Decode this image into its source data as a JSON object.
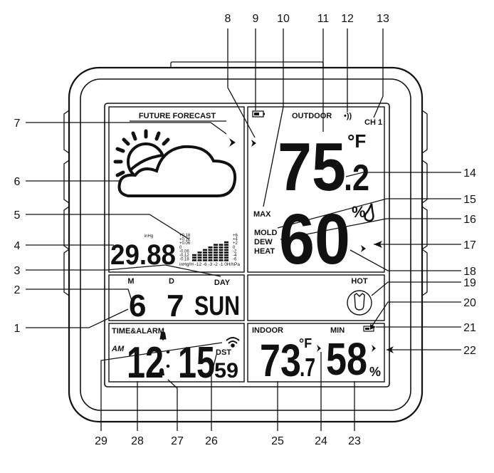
{
  "panels": {
    "forecast_title": "FUTURE FORECAST",
    "outdoor_title": "OUTDOOR",
    "channel": "CH 1",
    "pressure_unit": "inHg",
    "pressure_value": "29.88",
    "pressure_scale_left": [
      "+0.18",
      "+0.12",
      "+0.06",
      "0",
      "-0.06",
      "-0.12",
      "-0.18"
    ],
    "pressure_scale_right": [
      "+6",
      "+4",
      "+2",
      "0",
      "-2",
      "-4",
      "-6"
    ],
    "pressure_axis": "inHg/H  -12  -6  -3  -2  -1  0H/hPa",
    "outdoor_temp_main": "75",
    "outdoor_temp_decimal": ".2",
    "outdoor_temp_unit": "°F",
    "outdoor_humidity": "60",
    "humidity_unit": "%",
    "max_label": "MAX",
    "mold_label": "MOLD",
    "dew_label": "DEW",
    "heat_label": "HEAT",
    "month_label": "M",
    "day_label": "D",
    "weekday_label": "DAY",
    "month_value": "6",
    "day_value": "7",
    "weekday_value": "SUN",
    "hot_label": "HOT",
    "time_title": "TIME&ALARM",
    "am_label": "AM",
    "hours": "12",
    "minutes": "15",
    "seconds": "59",
    "dst_label": "DST",
    "indoor_title": "INDOOR",
    "min_label": "MIN",
    "indoor_temp_main": "73",
    "indoor_temp_decimal": ".7",
    "indoor_temp_unit": "°F",
    "indoor_humidity": "58",
    "indoor_humidity_unit": "%"
  },
  "callouts": {
    "top": [
      "8",
      "9",
      "10",
      "11",
      "12",
      "13"
    ],
    "left": [
      "7",
      "6",
      "5",
      "4",
      "3",
      "2",
      "1"
    ],
    "right": [
      "14",
      "15",
      "16",
      "17",
      "18",
      "19",
      "20",
      "21",
      "22"
    ],
    "bottom": [
      "29",
      "28",
      "27",
      "26",
      "25",
      "24",
      "23"
    ]
  }
}
